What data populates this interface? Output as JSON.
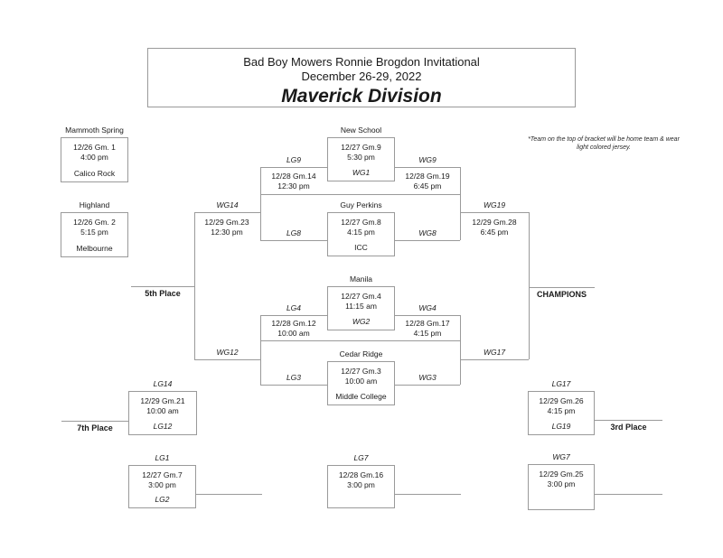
{
  "title": {
    "line1": "Bad Boy Mowers Ronnie Brogdon Invitational",
    "line2": "December 26-29, 2022",
    "line3": "Maverick Division"
  },
  "note": "*Team on the top of bracket will be home team & wear light colored jersey.",
  "games": {
    "gm1": {
      "top": "Mammoth Spring",
      "date": "12/26 Gm. 1",
      "time": "4:00 pm",
      "bottom": "Calico Rock"
    },
    "gm2": {
      "top": "Highland",
      "date": "12/26 Gm. 2",
      "time": "5:15 pm",
      "bottom": "Melbourne"
    },
    "gm9": {
      "top": "New School",
      "date": "12/27 Gm.9",
      "time": "5:30 pm",
      "bottom": "WG1"
    },
    "gm8": {
      "top": "Guy Perkins",
      "date": "12/27 Gm.8",
      "time": "4:15 pm",
      "bottom": "ICC"
    },
    "gm4": {
      "top": "Manila",
      "date": "12/27 Gm.4",
      "time": "11:15 am",
      "bottom": "WG2"
    },
    "gm3": {
      "top": "Cedar Ridge",
      "date": "12/27 Gm.3",
      "time": "10:00 am",
      "bottom": "Middle College"
    },
    "gm21": {
      "top": "LG14",
      "date": "12/29 Gm.21",
      "time": "10:00 am",
      "bottom": "LG12"
    },
    "gm26": {
      "top": "LG17",
      "date": "12/29 Gm.26",
      "time": "4:15 pm",
      "bottom": "LG19"
    },
    "gm7": {
      "top": "LG1",
      "date": "12/27 Gm.7",
      "time": "3:00 pm",
      "bottom": "LG2"
    },
    "gm16": {
      "top": "LG7",
      "date": "12/28 Gm.16",
      "time": "3:00 pm"
    },
    "gm25": {
      "top": "WG7",
      "date": "12/29 Gm.25",
      "time": "3:00 pm"
    }
  },
  "connectors": {
    "gm14": {
      "date": "12/28 Gm.14",
      "time": "12:30 pm"
    },
    "gm19": {
      "date": "12/28 Gm.19",
      "time": "6:45 pm"
    },
    "gm23": {
      "date": "12/29 Gm.23",
      "time": "12:30 pm"
    },
    "gm28": {
      "date": "12/29 Gm.28",
      "time": "6:45 pm"
    },
    "gm12": {
      "date": "12/28 Gm.12",
      "time": "10:00 am"
    },
    "gm17": {
      "date": "12/28 Gm.17",
      "time": "4:15 pm"
    }
  },
  "slot_labels": {
    "lg9": "LG9",
    "wg9": "WG9",
    "lg8": "LG8",
    "wg8": "WG8",
    "lg4": "LG4",
    "wg4": "WG4",
    "lg3": "LG3",
    "wg3": "WG3",
    "wg14": "WG14",
    "wg19": "WG19",
    "wg12": "WG12",
    "wg17": "WG17"
  },
  "places": {
    "fifth": "5th Place",
    "champions": "CHAMPIONS",
    "seventh": "7th Place",
    "third": "3rd Place"
  },
  "colors": {
    "line": "#9a9a9a",
    "text": "#1a1a1a",
    "background": "#ffffff"
  }
}
